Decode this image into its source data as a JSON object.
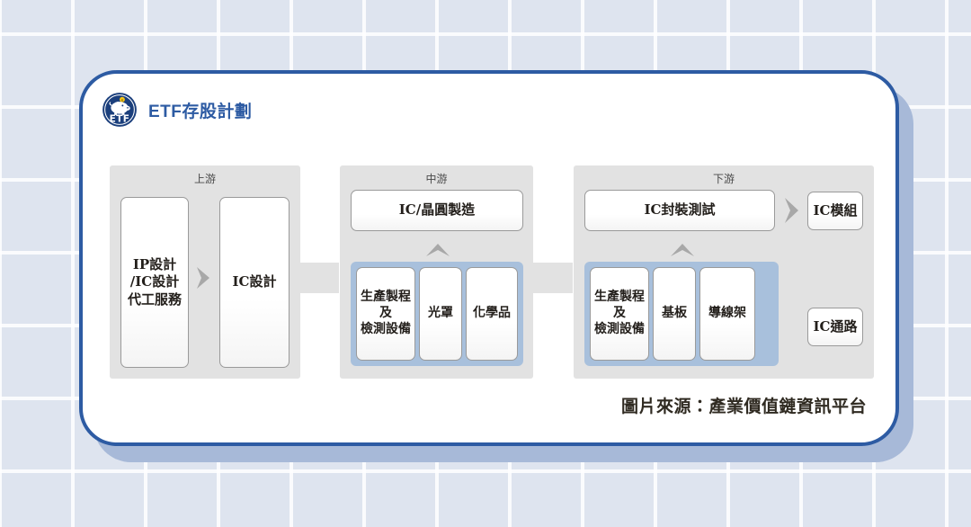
{
  "theme": {
    "page_background": "#dee4ef",
    "grid_line": "#ffffff",
    "card_background": "#ffffff",
    "card_border": "#2d5ba3",
    "card_shadow": "#a7b9d8",
    "title_color": "#2d5ba3",
    "stage_panel": "#e2e2e2",
    "node_border": "#9a9a9a",
    "group_blue": "#a8c0dc",
    "chevron": "#a8a8a8",
    "caption_color": "#2f2a21"
  },
  "header": {
    "logo_icon": "piggy-bank-etf-logo-icon",
    "logo_text": "ETF",
    "title": "ETF存股計劃"
  },
  "diagram": {
    "stages": [
      {
        "id": "upstream",
        "label": "上游",
        "nodes": [
          {
            "id": "ip-ic-design-foundry",
            "lines": [
              "IP設計",
              "/IC設計",
              "代工服務"
            ]
          },
          {
            "id": "ic-design",
            "lines": [
              "IC設計"
            ]
          }
        ],
        "chevrons": [
          {
            "id": "upstream-right-chevron",
            "direction": "right"
          }
        ]
      },
      {
        "id": "midstream",
        "label": "中游",
        "nodes": [
          {
            "id": "ic-wafer-manufacturing",
            "lines": [
              "IC/晶圓製造"
            ]
          },
          {
            "id": "production-inspection-equipment-mid",
            "lines": [
              "生產製程",
              "及",
              "檢測設備"
            ]
          },
          {
            "id": "photomask",
            "lines": [
              "光罩"
            ]
          },
          {
            "id": "chemicals",
            "lines": [
              "化學品"
            ]
          }
        ],
        "chevrons": [
          {
            "id": "midstream-up-chevron",
            "direction": "up"
          }
        ]
      },
      {
        "id": "downstream",
        "label": "下游",
        "nodes": [
          {
            "id": "ic-packaging-testing",
            "lines": [
              "IC封裝測試"
            ]
          },
          {
            "id": "ic-module",
            "lines": [
              "IC模組"
            ]
          },
          {
            "id": "production-inspection-equipment-down",
            "lines": [
              "生產製程",
              "及",
              "檢測設備"
            ]
          },
          {
            "id": "substrate",
            "lines": [
              "基板"
            ]
          },
          {
            "id": "leadframe",
            "lines": [
              "導線架"
            ]
          },
          {
            "id": "ic-channel",
            "lines": [
              "IC通路"
            ]
          }
        ],
        "chevrons": [
          {
            "id": "downstream-right-chevron",
            "direction": "right"
          },
          {
            "id": "downstream-up-chevron",
            "direction": "up"
          }
        ]
      }
    ]
  },
  "footer": {
    "source_caption": "圖片來源：產業價值鏈資訊平台"
  }
}
